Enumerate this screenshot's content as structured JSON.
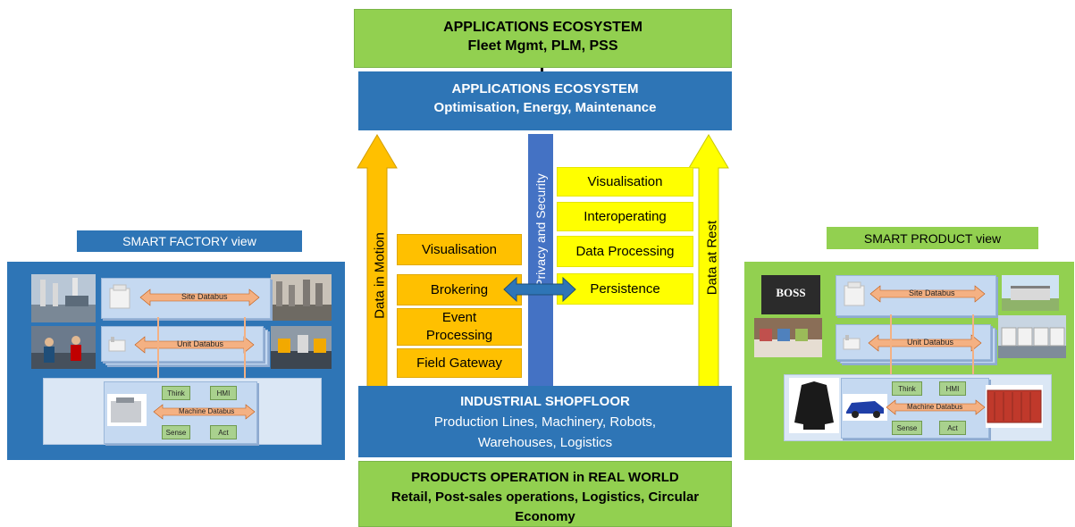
{
  "top_green": {
    "title": "APPLICATIONS ECOSYSTEM",
    "subtitle": "Fleet Mgmt, PLM, PSS"
  },
  "top_blue": {
    "title": "APPLICATIONS ECOSYSTEM",
    "subtitle": "Optimisation, Energy, Maintenance"
  },
  "left_arrow_label": "Data in Motion",
  "right_arrow_label": "Data at Rest",
  "privacy_label": "Privacy and Security",
  "orange_boxes": [
    "Visualisation",
    "Brokering",
    "Event Processing",
    "Field Gateway"
  ],
  "yellow_boxes": [
    "Visualisation",
    "Interoperating",
    "Data Processing",
    "Persistence"
  ],
  "shopfloor": {
    "title": "INDUSTRIAL SHOPFLOOR",
    "line1": "Production Lines, Machinery, Robots,",
    "line2": "Warehouses, Logistics"
  },
  "products_op": {
    "title": "PRODUCTS OPERATION in REAL WORLD",
    "line1": "Retail, Post-sales operations, Logistics, Circular",
    "line2": "Economy"
  },
  "left_view": {
    "label": "SMART FACTORY view",
    "site_bus": "Site Databus",
    "unit_bus": "Unit Databus",
    "machine_bus": "Machine Databus",
    "think": "Think",
    "hmi": "HMI",
    "sense": "Sense",
    "act": "Act"
  },
  "right_view": {
    "label": "SMART PRODUCT view",
    "site_bus": "Site Databus",
    "unit_bus": "Unit Databus",
    "machine_bus": "Machine Databus",
    "think": "Think",
    "hmi": "HMI",
    "sense": "Sense",
    "act": "Act",
    "boss_logo": "BOSS"
  },
  "colors": {
    "green": "#92d050",
    "blue": "#2e75b6",
    "orange": "#ffc000",
    "yellow": "#ffff00",
    "arrow_blue": "#4472c4"
  }
}
